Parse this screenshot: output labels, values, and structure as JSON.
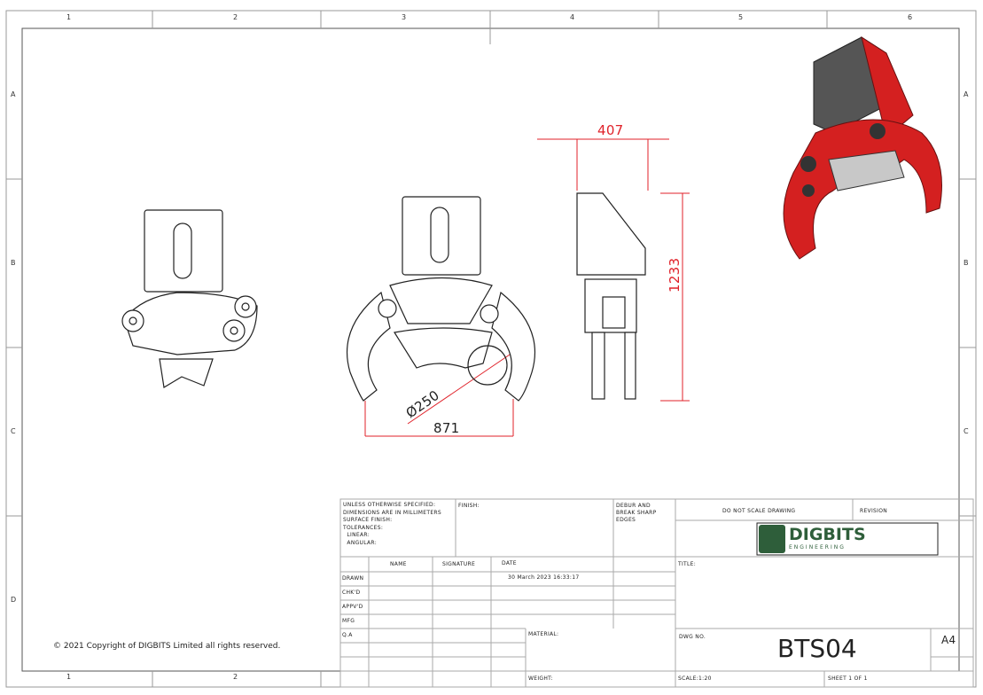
{
  "zones": {
    "cols": [
      "1",
      "2",
      "3",
      "4",
      "5",
      "6"
    ],
    "rows": [
      "A",
      "B",
      "C",
      "D"
    ]
  },
  "dimensions": {
    "width_top": "407",
    "height": "1233",
    "diameter": "Ø250",
    "width_bottom": "871"
  },
  "copyright": "© 2021  Copyright of DIGBITS Limited all rights reserved.",
  "title_block": {
    "notes": [
      "UNLESS OTHERWISE SPECIFIED:",
      "DIMENSIONS ARE IN MILLIMETERS",
      "SURFACE FINISH:",
      "TOLERANCES:",
      "  LINEAR:",
      "  ANGULAR:"
    ],
    "finish": "FINISH:",
    "deburr": [
      "DEBUR AND",
      "BREAK SHARP",
      "EDGES"
    ],
    "headers": {
      "name": "NAME",
      "signature": "SIGNATURE",
      "date": "DATE"
    },
    "roles": [
      "DRAWN",
      "CHK'D",
      "APPV'D",
      "MFG",
      "Q.A"
    ],
    "drawn_date": "30 March 2023 16:33:17",
    "no_scale": "DO NOT SCALE DRAWING",
    "revision": "REVISION",
    "logo": {
      "name": "DIGBITS",
      "sub": "ENGINEERING"
    },
    "title_label": "TITLE:",
    "dwg_label": "DWG NO.",
    "dwg_no": "BTS04",
    "size": "A4",
    "material": "MATERIAL:",
    "weight": "WEIGHT:",
    "scale": "SCALE:1:20",
    "sheet": "SHEET 1 OF 1"
  },
  "colors": {
    "dimension": "#e0222a",
    "part": "#d42020",
    "logo": "#2e5e3a"
  }
}
